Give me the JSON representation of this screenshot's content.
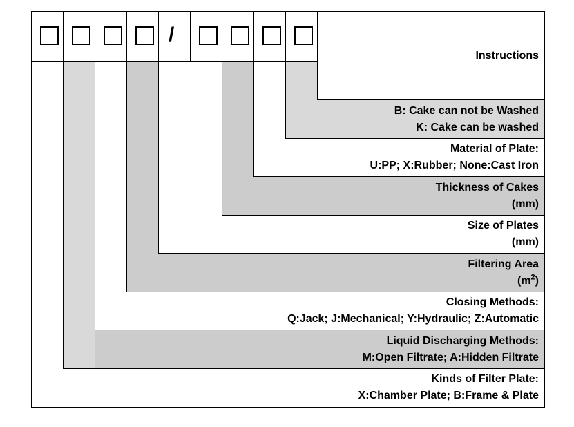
{
  "header": {
    "title": "Instructions"
  },
  "code": {
    "slash": "/"
  },
  "colors": {
    "gray_light": "#d9d9d9",
    "gray_dark": "#cccccc"
  },
  "rows": [
    {
      "line1": "B: Cake can not be Washed",
      "line2": "K: Cake can be washed"
    },
    {
      "line1": "Material of Plate:",
      "line2": "U:PP; X:Rubber; None:Cast Iron"
    },
    {
      "line1": "Thickness of Cakes",
      "line2": "(mm)"
    },
    {
      "line1": "Size of Plates",
      "line2": "(mm)"
    },
    {
      "line1": "Filtering Area",
      "line2": "(m",
      "sup": "2",
      "line2_end": ")"
    },
    {
      "line1": "Closing Methods:",
      "line2": "Q:Jack; J:Mechanical; Y:Hydraulic; Z:Automatic"
    },
    {
      "line1": "Liquid Discharging Methods:",
      "line2": "M:Open Filtrate; A:Hidden Filtrate"
    },
    {
      "line1": "Kinds of Filter Plate:",
      "line2": "X:Chamber Plate; B:Frame & Plate"
    }
  ]
}
